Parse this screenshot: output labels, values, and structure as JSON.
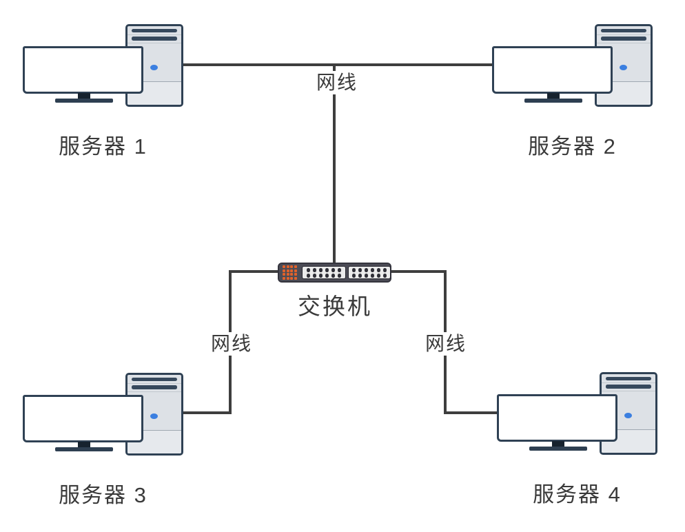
{
  "diagram": {
    "background_color": "#ffffff",
    "cable_color": "#3e3e3e",
    "text_color": "#3a3a3a",
    "nodes": {
      "server1": {
        "type": "server",
        "label": "服务器 1"
      },
      "server2": {
        "type": "server",
        "label": "服务器 2"
      },
      "server3": {
        "type": "server",
        "label": "服务器 3"
      },
      "server4": {
        "type": "server",
        "label": "服务器 4"
      },
      "switch": {
        "type": "switch",
        "label": "交换机"
      }
    },
    "cables": {
      "servers12_to_switch": {
        "label": "网线"
      },
      "switch_to_server3": {
        "label": "网线"
      },
      "switch_to_server4": {
        "label": "网线"
      }
    },
    "colors": {
      "server_border": "#2f4154",
      "server_body": "#dde1e6",
      "server_vent_stripe": "#36485c",
      "power_led_blue": "#3b7fe0",
      "switch_body": "#4c4c56",
      "switch_led_orange": "#e0622b",
      "switch_port_dark": "#2e2e36",
      "switch_port_panel": "#ebebeb"
    }
  }
}
